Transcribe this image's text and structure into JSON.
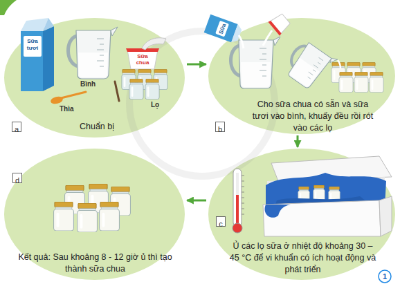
{
  "diagram": {
    "nodes": [
      {
        "text": [
          "Chuẩn bị"
        ]
      },
      {
        "text": [
          "a"
        ],
        "in": 0
      },
      {
        "text": [
          "Cho sữa chua có sẵn và sữa tươi vào bình, khuấy đều rồi rót vào các lọ"
        ]
      },
      {
        "text": [
          "b"
        ],
        "in": 2
      },
      {
        "text": [
          "Ủ các lọ sữa ở nhiệt độ khoảng 30 – 45 °C để vi khuẩn có ích hoạt động và phát triển"
        ]
      },
      {
        "text": [
          "c"
        ],
        "in": 4
      },
      {
        "text": [
          "Kết quả: Sau khoảng 8 - 12 giờ ủ thì tạo thành sữa chua"
        ]
      },
      {
        "text": [
          "d"
        ],
        "in": 6
      }
    ],
    "edges": [
      {
        "from": 0,
        "to": 2,
        "arrow": "to"
      },
      {
        "from": 2,
        "to": 4,
        "arrow": "to"
      },
      {
        "from": 4,
        "to": 6,
        "arrow": "to"
      }
    ],
    "labels": [
      "Sữa tươi",
      "Bình",
      "Thìa",
      "Sữa chua",
      "Lọ",
      "Sữa",
      "1"
    ]
  }
}
